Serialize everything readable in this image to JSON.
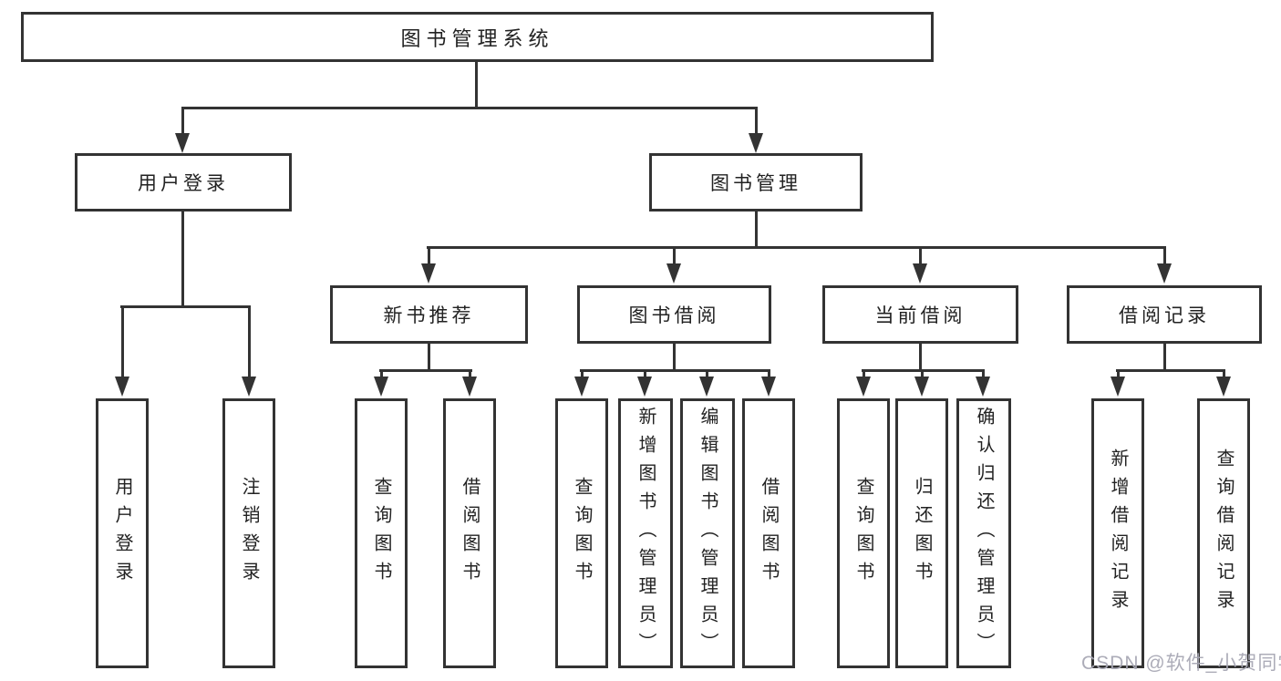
{
  "diagram_title": "图书管理系统",
  "tree": {
    "root": {
      "label": "图书管理系统"
    },
    "user_login": {
      "label": "用户登录",
      "children": {
        "login": "用户登录",
        "logout": "注销登录"
      }
    },
    "book_management": {
      "label": "图书管理",
      "new_book": {
        "label": "新书推荐",
        "children": {
          "query": "查询图书",
          "borrow": "借阅图书"
        }
      },
      "book_borrow": {
        "label": "图书借阅",
        "children": {
          "query": "查询图书",
          "add": "新增图书（管理员）",
          "edit": "编辑图书（管理员）",
          "borrow": "借阅图书"
        }
      },
      "current_borrow": {
        "label": "当前借阅",
        "children": {
          "query": "查询图书",
          "return": "归还图书",
          "confirm": "确认归还（管理员）"
        }
      },
      "borrow_records": {
        "label": "借阅记录",
        "children": {
          "add": "新增借阅记录",
          "query": "查询借阅记录"
        }
      }
    }
  },
  "watermark": "CSDN @软件_小贺同学",
  "colors": {
    "line": "#333333",
    "text": "#222222",
    "box_background": "#ffffff",
    "page_background": "#ffffff",
    "watermark": "#a8a8b4"
  }
}
